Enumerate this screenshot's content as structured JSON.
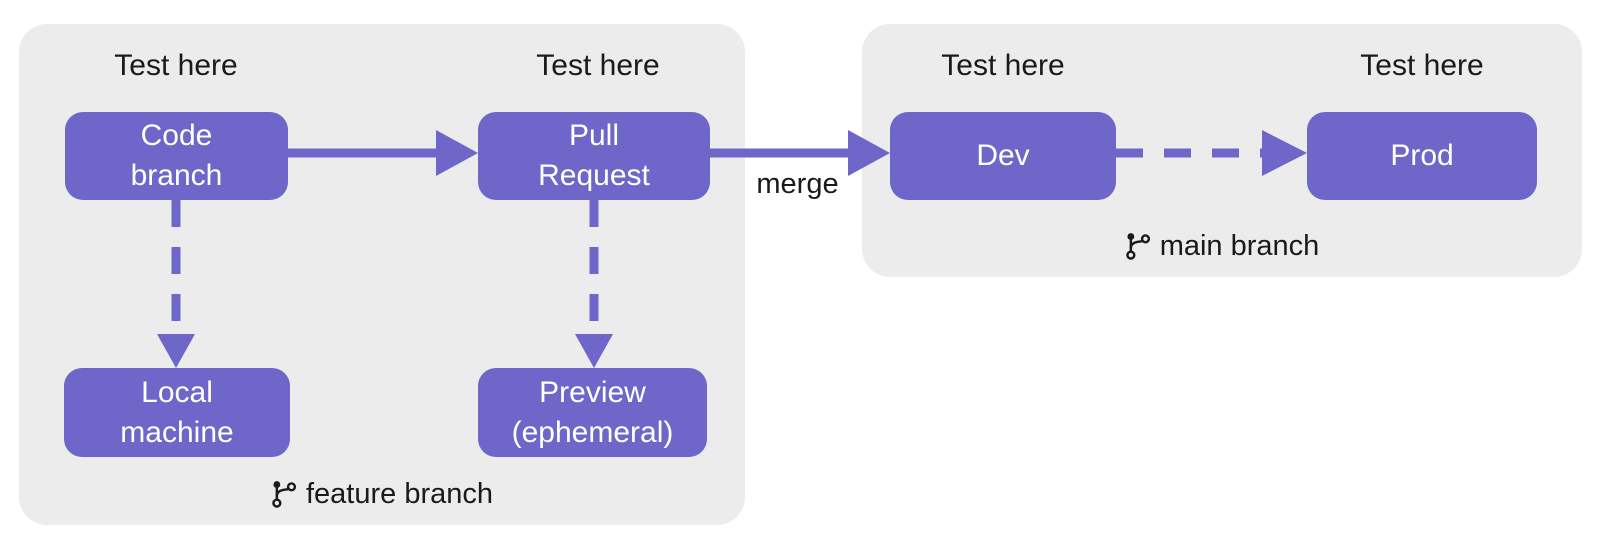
{
  "labels": {
    "test_here": "Test here",
    "merge": "merge"
  },
  "groups": {
    "feature": {
      "label": "feature branch",
      "icon": "git-branch-icon"
    },
    "main": {
      "label": "main branch",
      "icon": "git-branch-icon"
    }
  },
  "nodes": {
    "code_branch": {
      "lines": [
        "Code",
        "branch"
      ]
    },
    "pull_request": {
      "lines": [
        "Pull",
        "Request"
      ]
    },
    "local_machine": {
      "lines": [
        "Local",
        "machine"
      ]
    },
    "preview": {
      "lines": [
        "Preview",
        "(ephemeral)"
      ]
    },
    "dev": {
      "lines": [
        "Dev"
      ]
    },
    "prod": {
      "lines": [
        "Prod"
      ]
    }
  },
  "colors": {
    "node_fill": "#6e66c8",
    "node_text": "#ffffff",
    "group_bg": "#ececec",
    "arrow": "#6e66c8",
    "label_text": "#1a1a1a",
    "page_bg": "#ffffff"
  }
}
